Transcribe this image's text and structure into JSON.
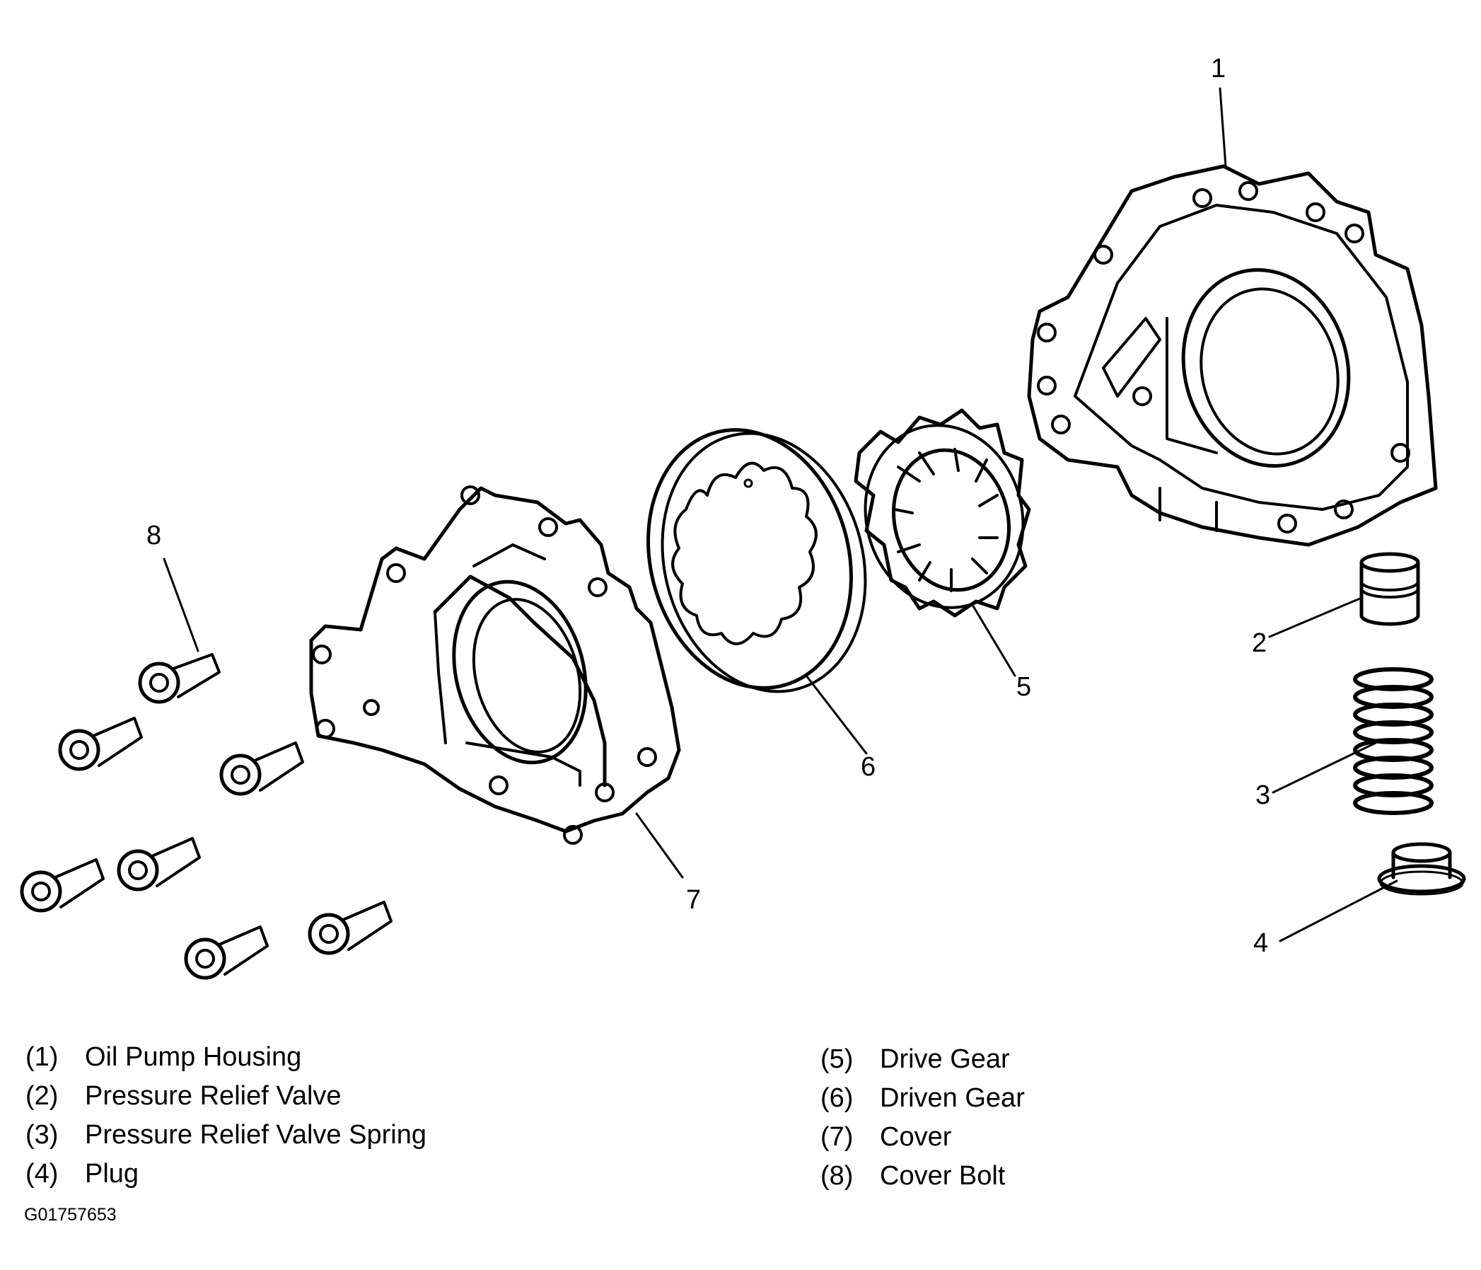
{
  "callouts": {
    "c1": "1",
    "c2": "2",
    "c3": "3",
    "c4": "4",
    "c5": "5",
    "c6": "6",
    "c7": "7",
    "c8": "8"
  },
  "legend": [
    {
      "num": "(1)",
      "label": "Oil Pump Housing"
    },
    {
      "num": "(2)",
      "label": "Pressure Relief Valve"
    },
    {
      "num": "(3)",
      "label": "Pressure Relief Valve Spring"
    },
    {
      "num": "(4)",
      "label": "Plug"
    },
    {
      "num": "(5)",
      "label": "Drive Gear"
    },
    {
      "num": "(6)",
      "label": "Driven Gear"
    },
    {
      "num": "(7)",
      "label": "Cover"
    },
    {
      "num": "(8)",
      "label": "Cover Bolt"
    }
  ],
  "figure_id": "G01757653"
}
